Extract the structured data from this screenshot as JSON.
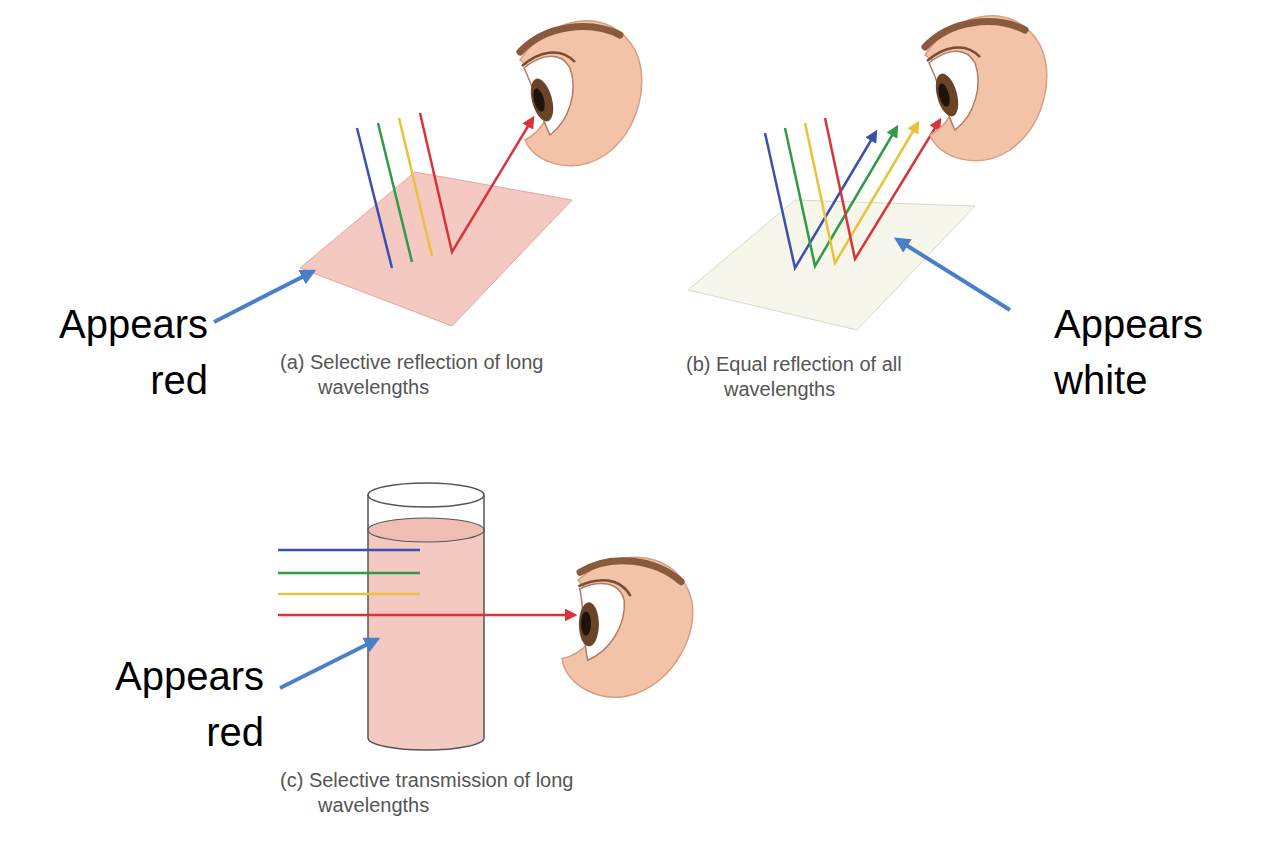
{
  "diagram": {
    "labels": [
      "Appears red",
      "(a) Selective reflection of long wavelengths",
      "(b) Equal reflection of all wavelengths",
      "Appears white",
      "Appears red",
      "(c) Selective transmission of long wavelengths"
    ]
  }
}
